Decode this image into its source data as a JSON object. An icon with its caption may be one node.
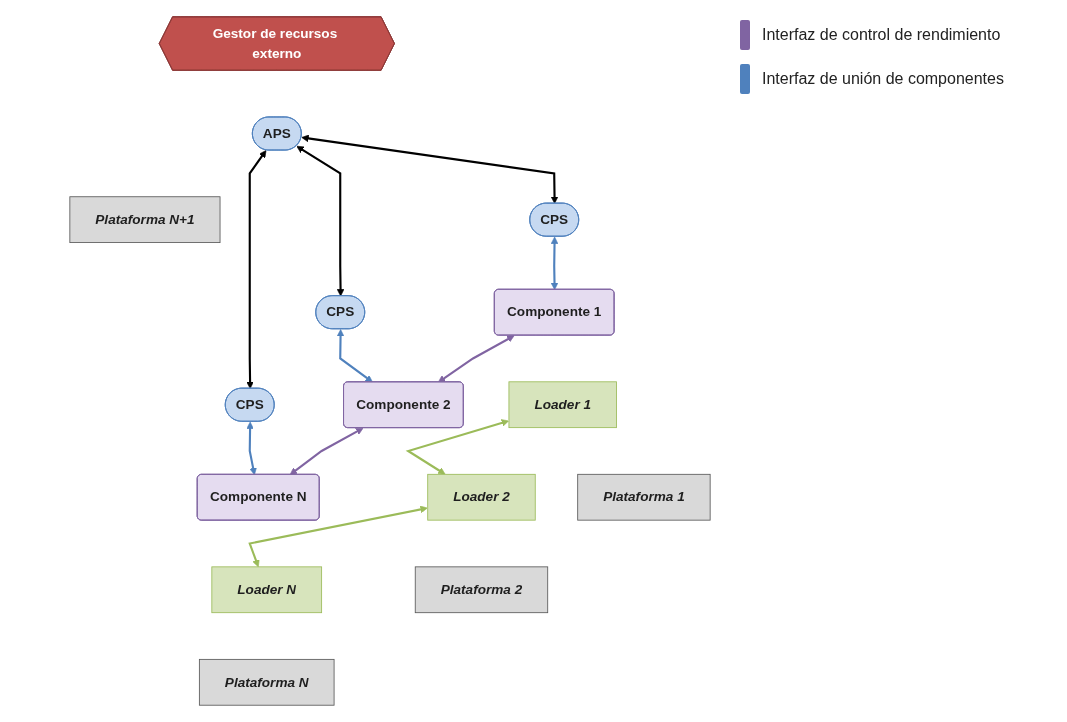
{
  "diagram": {
    "nodes": [
      {
        "text": [
          "Gestor de recursos externo"
        ]
      },
      {
        "text": [
          "APS"
        ]
      },
      {
        "text": [
          "Plataforma N+1"
        ]
      },
      {
        "text": [
          "CPS"
        ]
      },
      {
        "text": [
          "CPS"
        ]
      },
      {
        "text": [
          "CPS"
        ]
      },
      {
        "text": [
          "Componente 1"
        ]
      },
      {
        "text": [
          "Componente 2"
        ]
      },
      {
        "text": [
          "Componente N"
        ]
      },
      {
        "text": [
          "Loader 1"
        ]
      },
      {
        "text": [
          "Loader 2"
        ]
      },
      {
        "text": [
          "Loader N"
        ]
      },
      {
        "text": [
          "Plataforma 1"
        ]
      },
      {
        "text": [
          "Plataforma 2"
        ]
      },
      {
        "text": [
          "Plataforma N"
        ]
      }
    ],
    "edges": [
      {
        "from": 1,
        "to": 3,
        "arrow": "both"
      },
      {
        "from": 1,
        "to": 4,
        "arrow": "both"
      },
      {
        "from": 1,
        "to": 5,
        "arrow": "both"
      },
      {
        "from": 3,
        "to": 6,
        "arrow": "both",
        "color": "#4f81bd"
      },
      {
        "from": 4,
        "to": 7,
        "arrow": "both",
        "color": "#4f81bd"
      },
      {
        "from": 5,
        "to": 8,
        "arrow": "both",
        "color": "#4f81bd"
      },
      {
        "from": 6,
        "to": 7,
        "arrow": "both",
        "color": "#8064a2"
      },
      {
        "from": 7,
        "to": 8,
        "arrow": "both",
        "color": "#8064a2"
      },
      {
        "from": 9,
        "to": 10,
        "arrow": "both",
        "color": "#9bbb59"
      },
      {
        "from": 10,
        "to": 11,
        "arrow": "both",
        "color": "#9bbb59"
      }
    ],
    "legend": [
      {
        "text": "Interfaz de control de rendimiento",
        "color": "#8064a2"
      },
      {
        "text": "Interfaz de unión de componentes",
        "color": "#4f81bd"
      }
    ]
  }
}
